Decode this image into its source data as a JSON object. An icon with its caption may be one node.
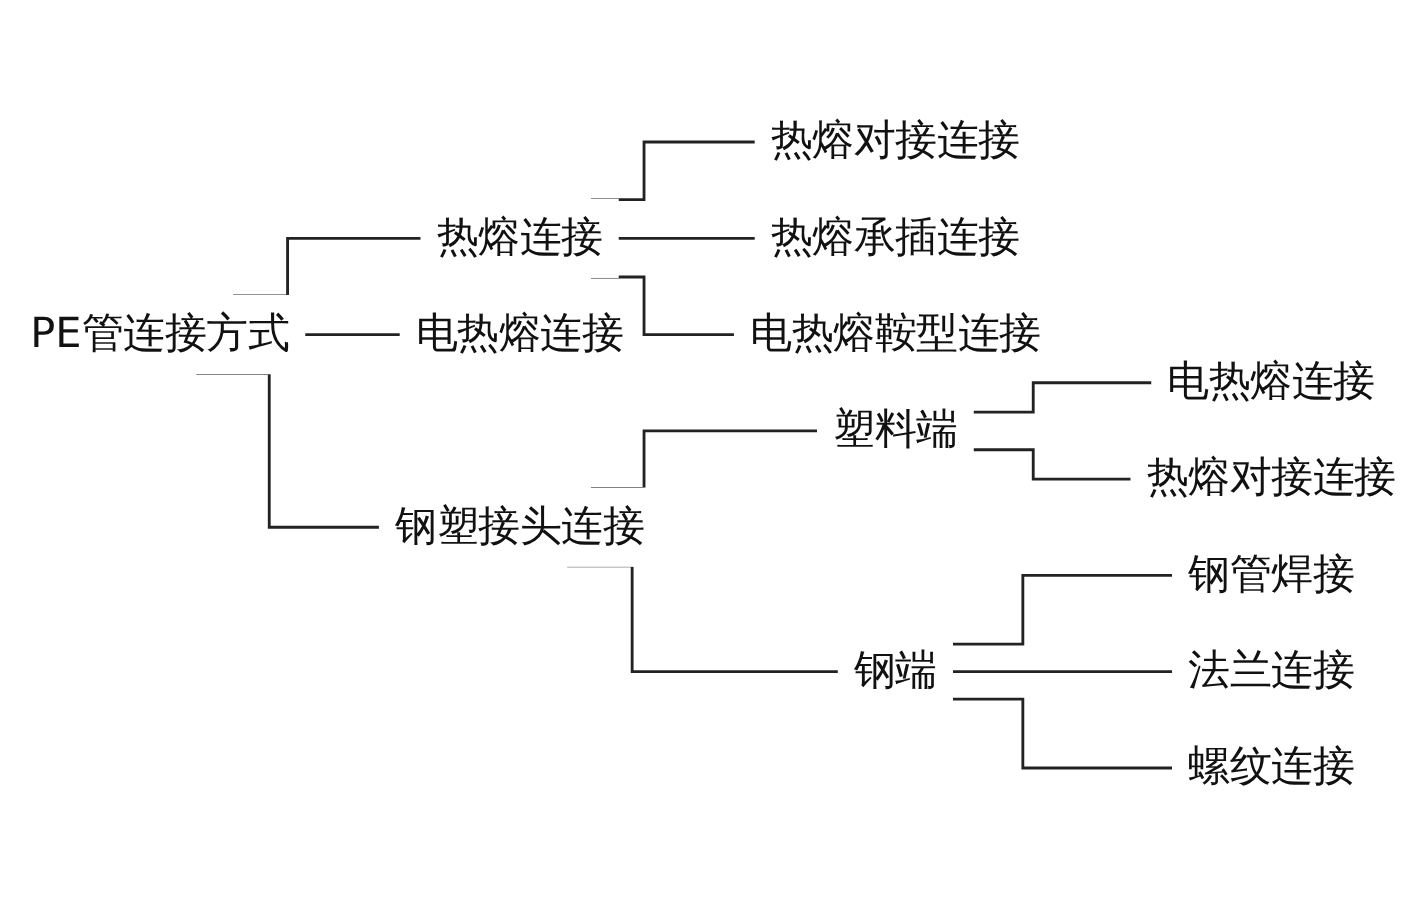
{
  "diagram": {
    "nodes": [
      {
        "text": [
          "PE管连接方式"
        ]
      },
      {
        "text": [
          "热熔连接"
        ]
      },
      {
        "text": [
          "热熔对接连接"
        ]
      },
      {
        "text": [
          "热熔承插连接"
        ]
      },
      {
        "text": [
          "电热熔鞍型连接"
        ]
      },
      {
        "text": [
          "电热熔连接"
        ]
      },
      {
        "text": [
          "钢塑接头连接"
        ]
      },
      {
        "text": [
          "塑料端"
        ]
      },
      {
        "text": [
          "电热熔连接"
        ]
      },
      {
        "text": [
          "热熔对接连接"
        ]
      },
      {
        "text": [
          "钢端"
        ]
      },
      {
        "text": [
          "钢管焊接"
        ]
      },
      {
        "text": [
          "法兰连接"
        ]
      },
      {
        "text": [
          "螺纹连接"
        ]
      }
    ],
    "edges": [
      {
        "from": 0,
        "to": 1,
        "arrow": "none"
      },
      {
        "from": 0,
        "to": 5,
        "arrow": "none"
      },
      {
        "from": 0,
        "to": 6,
        "arrow": "none"
      },
      {
        "from": 1,
        "to": 2,
        "arrow": "none"
      },
      {
        "from": 1,
        "to": 3,
        "arrow": "none"
      },
      {
        "from": 1,
        "to": 4,
        "arrow": "none"
      },
      {
        "from": 6,
        "to": 7,
        "arrow": "none"
      },
      {
        "from": 6,
        "to": 10,
        "arrow": "none"
      },
      {
        "from": 7,
        "to": 8,
        "arrow": "none"
      },
      {
        "from": 7,
        "to": 9,
        "arrow": "none"
      },
      {
        "from": 10,
        "to": 11,
        "arrow": "none"
      },
      {
        "from": 10,
        "to": 12,
        "arrow": "none"
      },
      {
        "from": 10,
        "to": 13,
        "arrow": "none"
      }
    ]
  }
}
